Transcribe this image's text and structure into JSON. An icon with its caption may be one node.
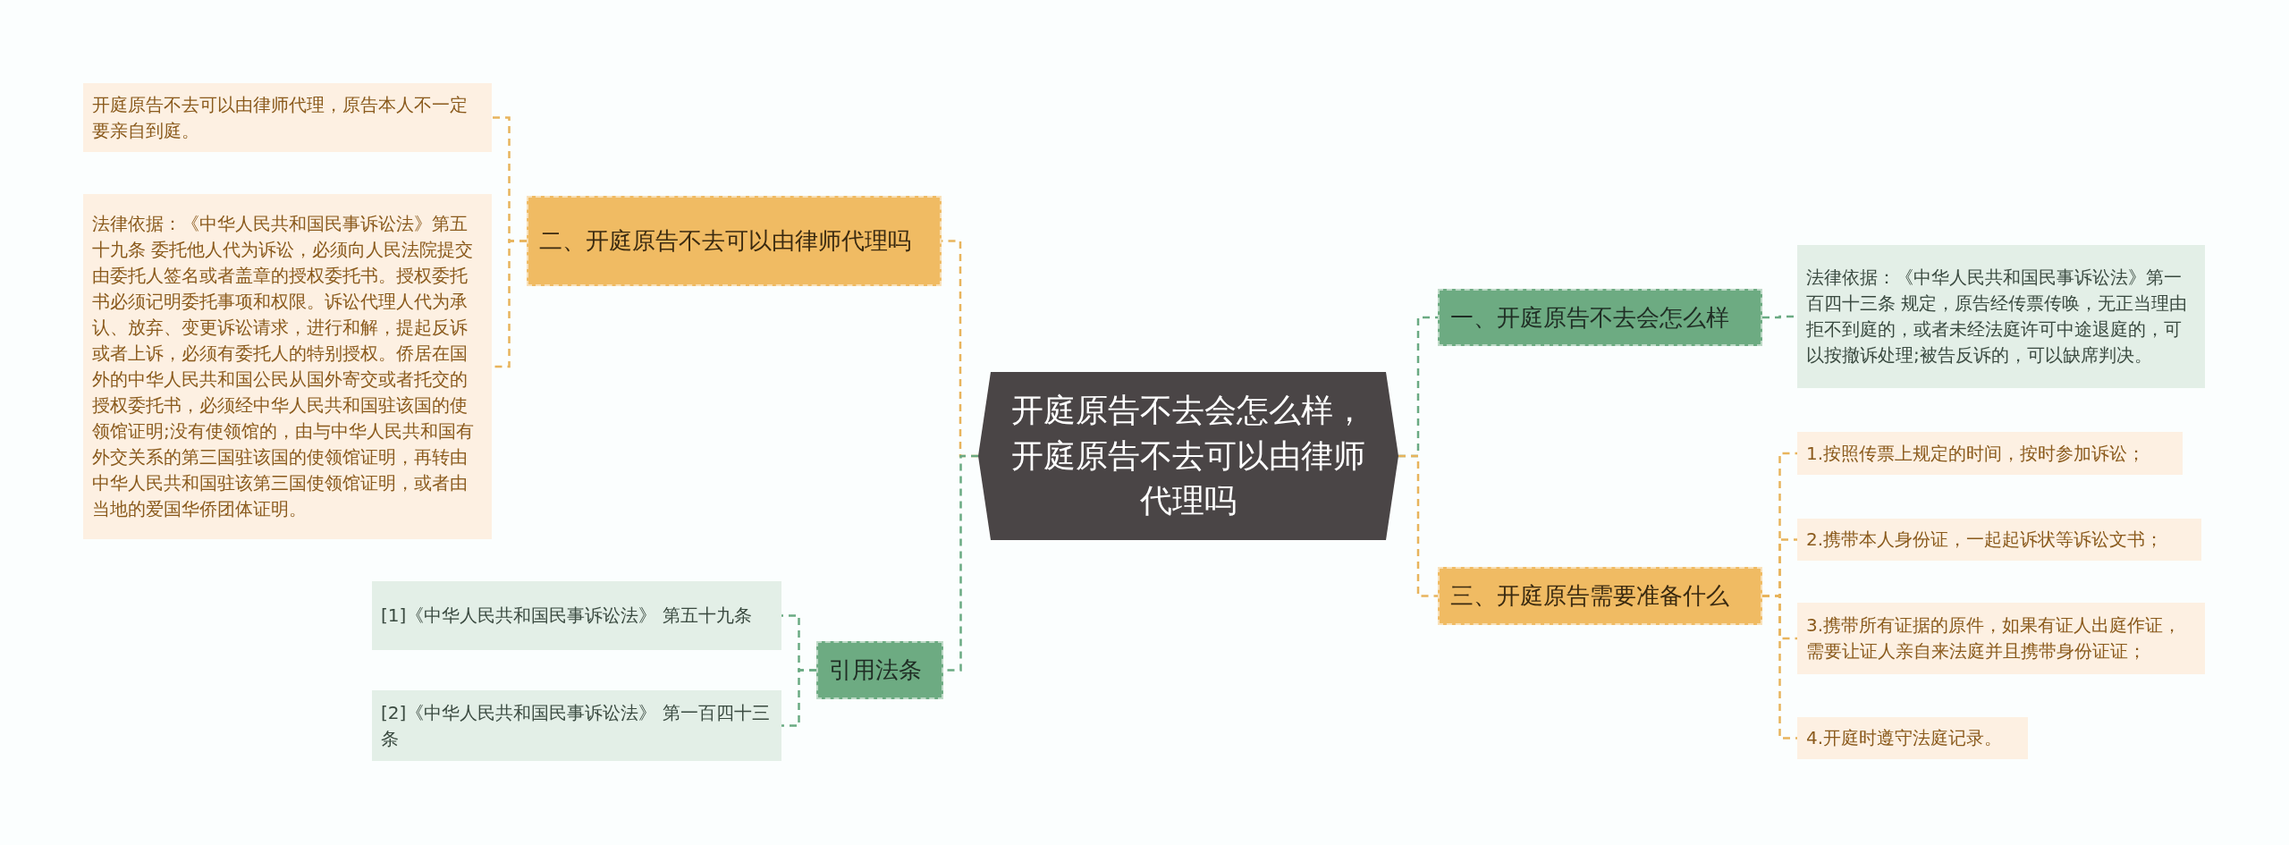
{
  "diagram": {
    "nodes": [
      {
        "text": [
          "开庭原告不去会怎么样，开庭原告不去可以由律师代理吗"
        ]
      },
      {
        "text": [
          "一、开庭原告不去会怎么样"
        ]
      },
      {
        "text": [
          "法律依据：《中华人民共和国民事诉讼法》第一百四十三条 规定，原告经传票传唤，无正当理由拒不到庭的，或者未经法庭许可中途退庭的，可以按撤诉处理;被告反诉的，可以缺席判决。"
        ]
      },
      {
        "text": [
          "三、开庭原告需要准备什么"
        ]
      },
      {
        "text": [
          "1.按照传票上规定的时间，按时参加诉讼；"
        ]
      },
      {
        "text": [
          "2.携带本人身份证，一起起诉状等诉讼文书；"
        ]
      },
      {
        "text": [
          "3.携带所有证据的原件，如果有证人出庭作证，需要让证人亲自来法庭并且携带身份证证；"
        ]
      },
      {
        "text": [
          "4.开庭时遵守法庭记录。"
        ]
      },
      {
        "text": [
          "二、开庭原告不去可以由律师代理吗"
        ]
      },
      {
        "text": [
          "开庭原告不去可以由律师代理，原告本人不一定要亲自到庭。"
        ]
      },
      {
        "text": [
          "法律依据：《中华人民共和国民事诉讼法》第五十九条 委托他人代为诉讼，必须向人民法院提交由委托人签名或者盖章的授权委托书。授权委托书必须记明委托事项和权限。诉讼代理人代为承认、放弃、变更诉讼请求，进行和解，提起反诉或者上诉，必须有委托人的特别授权。侨居在国外的中华人民共和国公民从国外寄交或者托交的授权委托书，必须经中华人民共和国驻该国的使领馆证明;没有使领馆的，由与中华人民共和国有外交关系的第三国驻该国的使领馆证明，再转由中华人民共和国驻该第三国使领馆证明，或者由当地的爱国华侨团体证明。"
        ]
      },
      {
        "text": [
          "引用法条"
        ]
      },
      {
        "text": [
          "[1]《中华人民共和国民事诉讼法》 第五十九条"
        ]
      },
      {
        "text": [
          "[2]《中华人民共和国民事诉讼法》 第一百四十三条"
        ]
      }
    ],
    "edges": [
      {
        "from": 0,
        "to": 1,
        "arrow": "none",
        "style": "dashed",
        "color": "#6aaa82"
      },
      {
        "from": 1,
        "to": 2,
        "arrow": "none",
        "style": "dashed",
        "color": "#6aaa82"
      },
      {
        "from": 0,
        "to": 3,
        "arrow": "none",
        "style": "dashed",
        "color": "#e8b45c"
      },
      {
        "from": 3,
        "to": 4,
        "arrow": "none",
        "style": "dashed",
        "color": "#e8b45c"
      },
      {
        "from": 3,
        "to": 5,
        "arrow": "none",
        "style": "dashed",
        "color": "#e8b45c"
      },
      {
        "from": 3,
        "to": 6,
        "arrow": "none",
        "style": "dashed",
        "color": "#e8b45c"
      },
      {
        "from": 3,
        "to": 7,
        "arrow": "none",
        "style": "dashed",
        "color": "#e8b45c"
      },
      {
        "from": 0,
        "to": 8,
        "arrow": "none",
        "style": "dashed",
        "color": "#e8b45c"
      },
      {
        "from": 8,
        "to": 9,
        "arrow": "none",
        "style": "dashed",
        "color": "#e8b45c"
      },
      {
        "from": 8,
        "to": 10,
        "arrow": "none",
        "style": "dashed",
        "color": "#e8b45c"
      },
      {
        "from": 0,
        "to": 11,
        "arrow": "none",
        "style": "dashed",
        "color": "#6aaa82"
      },
      {
        "from": 11,
        "to": 12,
        "arrow": "none",
        "style": "dashed",
        "color": "#6aaa82"
      },
      {
        "from": 11,
        "to": 13,
        "arrow": "none",
        "style": "dashed",
        "color": "#6aaa82"
      }
    ]
  }
}
